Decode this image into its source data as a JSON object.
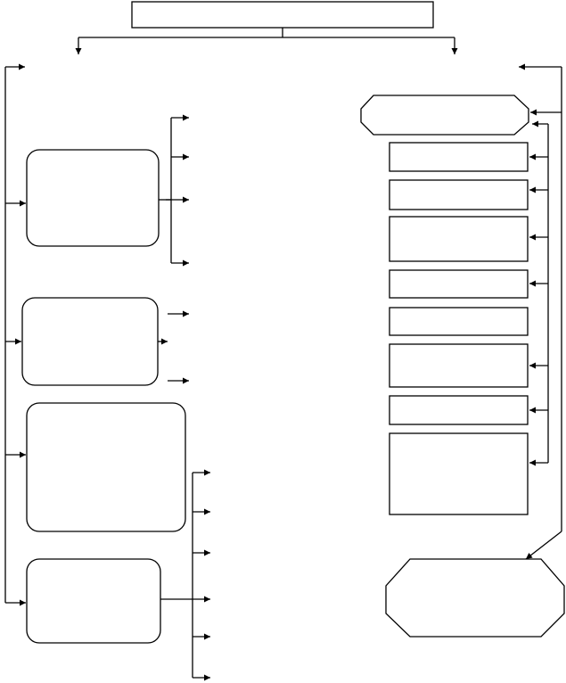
{
  "diagram": {
    "line_color": "#000000",
    "background": "#ffffff",
    "nodes": [
      {
        "id": "top-box",
        "label": ""
      },
      {
        "id": "left-box-1",
        "label": ""
      },
      {
        "id": "left-box-2",
        "label": ""
      },
      {
        "id": "left-box-3",
        "label": ""
      },
      {
        "id": "left-box-4",
        "label": ""
      },
      {
        "id": "right-octagon-top",
        "label": ""
      },
      {
        "id": "right-box-1",
        "label": ""
      },
      {
        "id": "right-box-2",
        "label": ""
      },
      {
        "id": "right-box-3",
        "label": ""
      },
      {
        "id": "right-box-4",
        "label": ""
      },
      {
        "id": "right-box-5",
        "label": ""
      },
      {
        "id": "right-box-6",
        "label": ""
      },
      {
        "id": "right-box-7",
        "label": ""
      },
      {
        "id": "right-box-8",
        "label": ""
      },
      {
        "id": "right-octagon-bottom",
        "label": ""
      }
    ]
  }
}
